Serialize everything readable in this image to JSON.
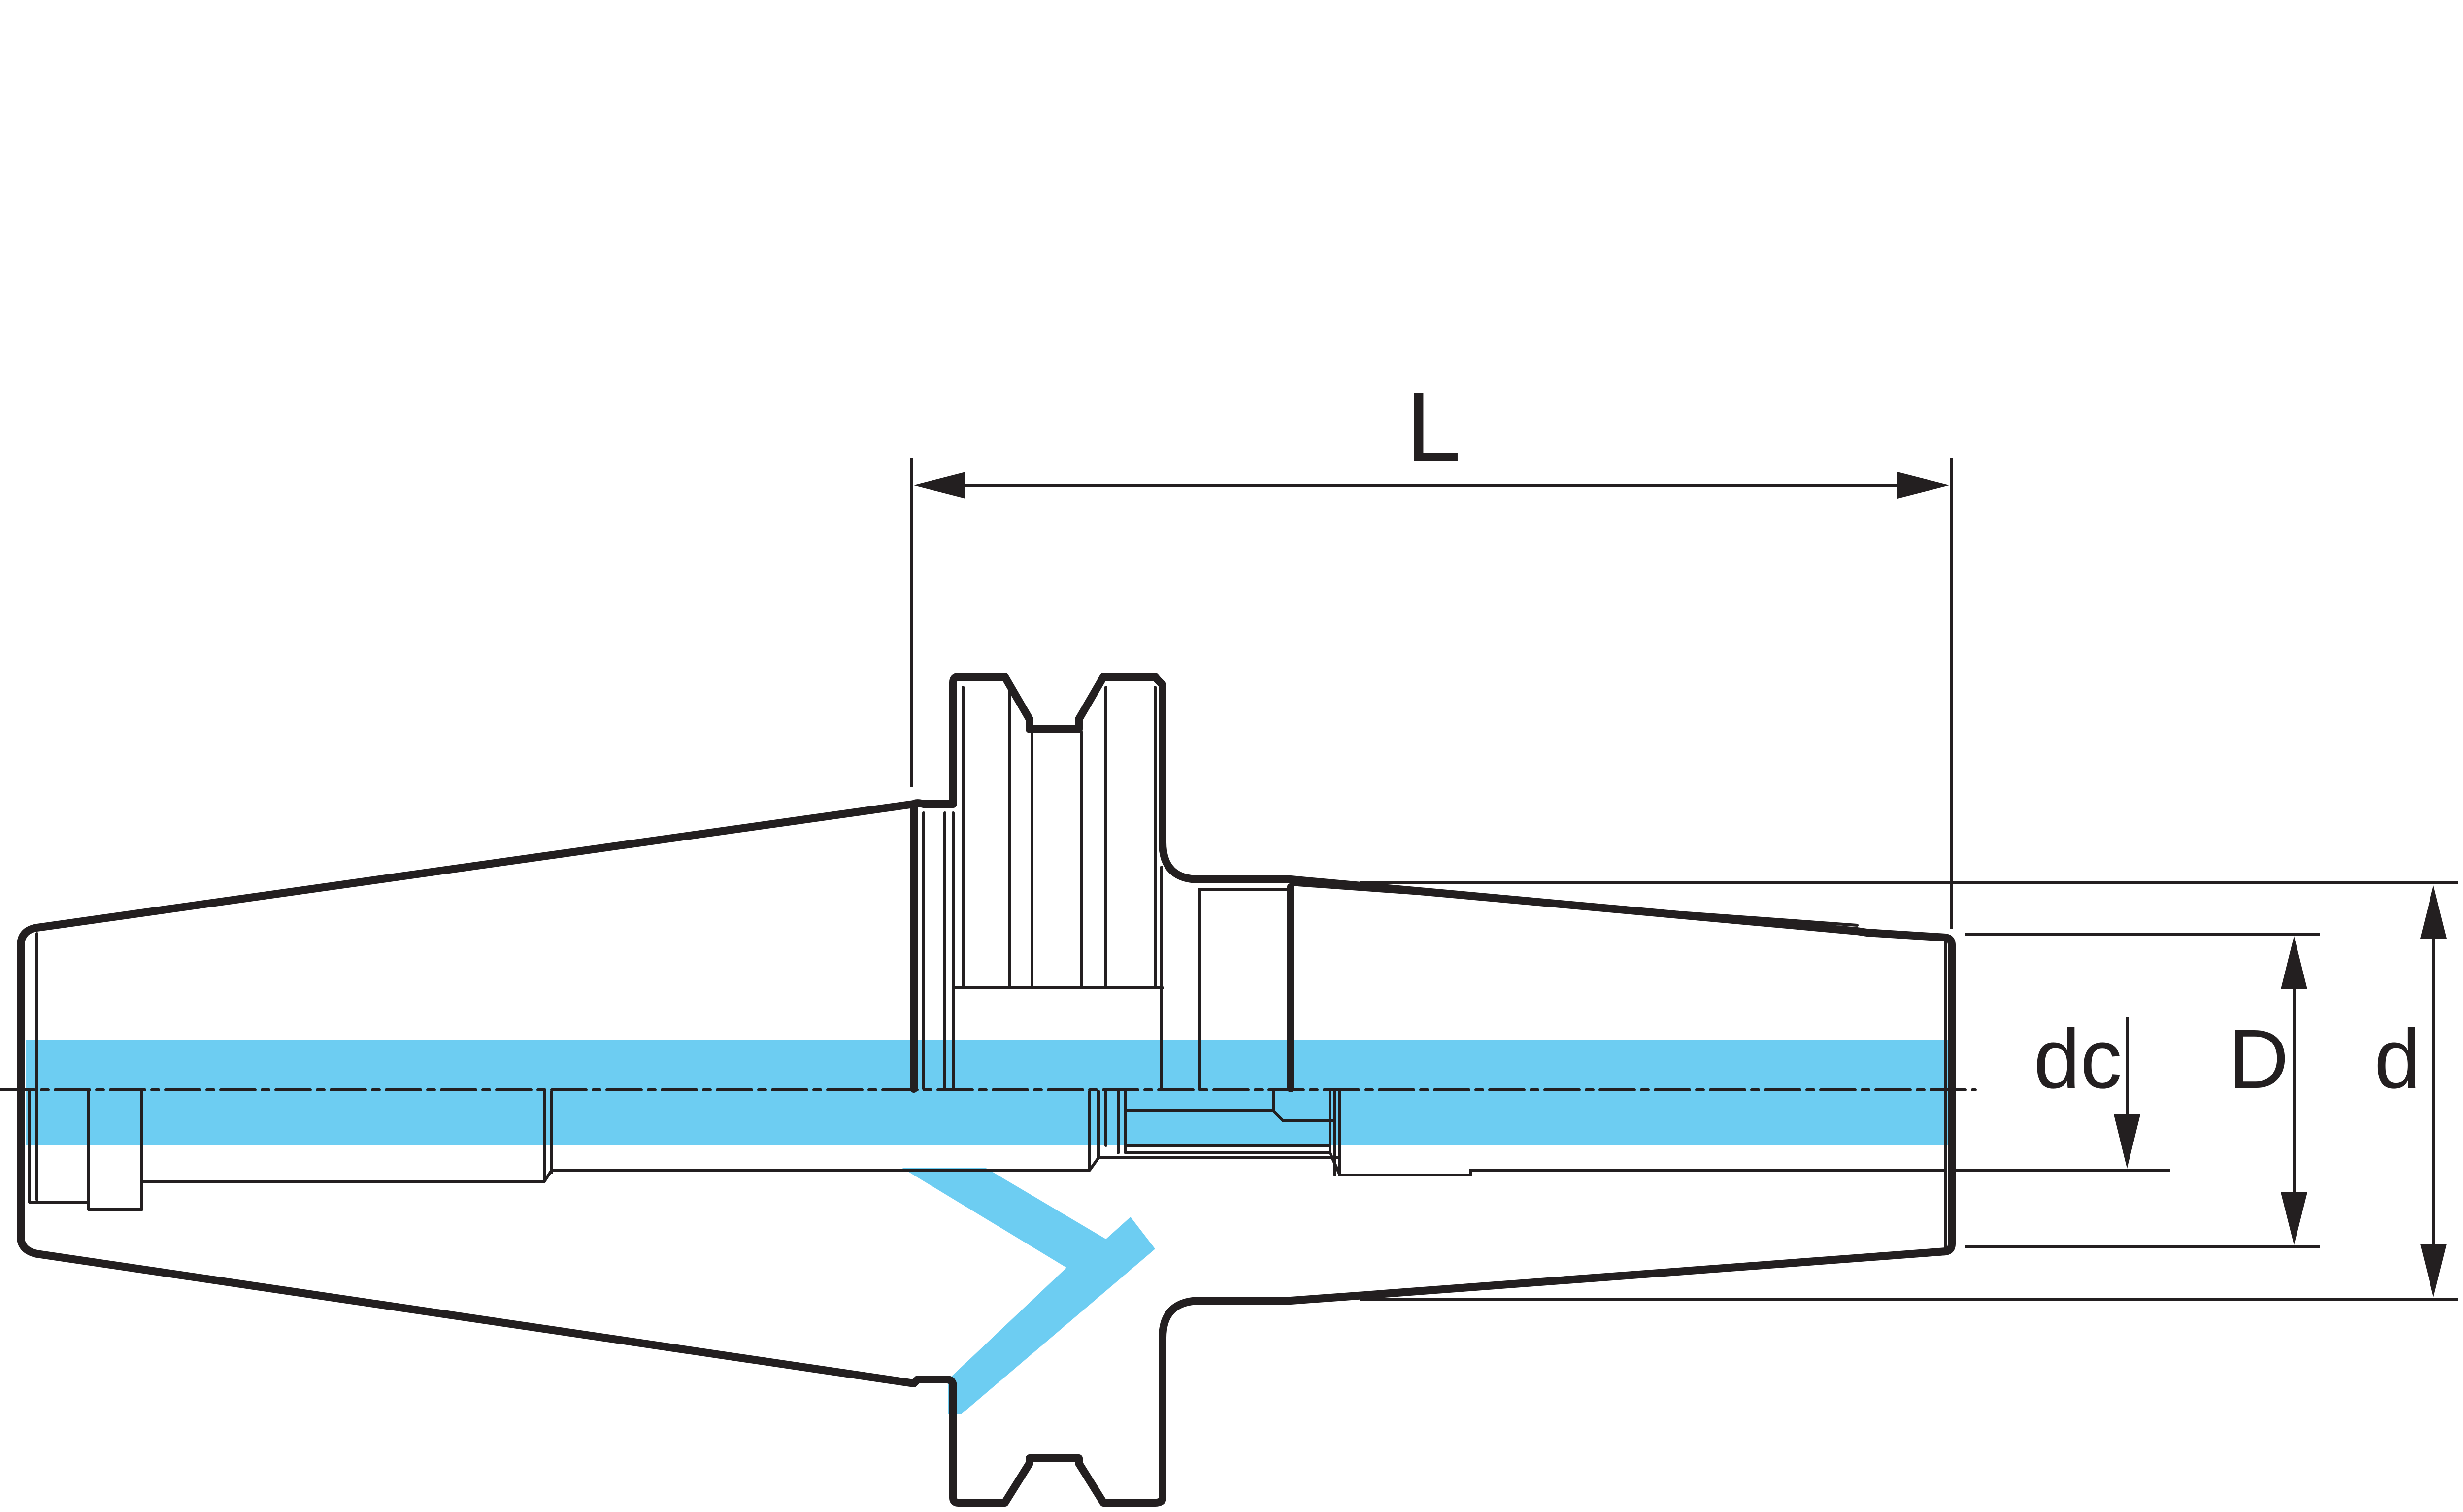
{
  "labels": {
    "length": "L",
    "clamping_diameter": "dc",
    "body_diameter": "D",
    "shank_diameter": "d"
  },
  "colors": {
    "line": "#231f20",
    "coolant": "#6dcdf2",
    "background": "#ffffff"
  }
}
